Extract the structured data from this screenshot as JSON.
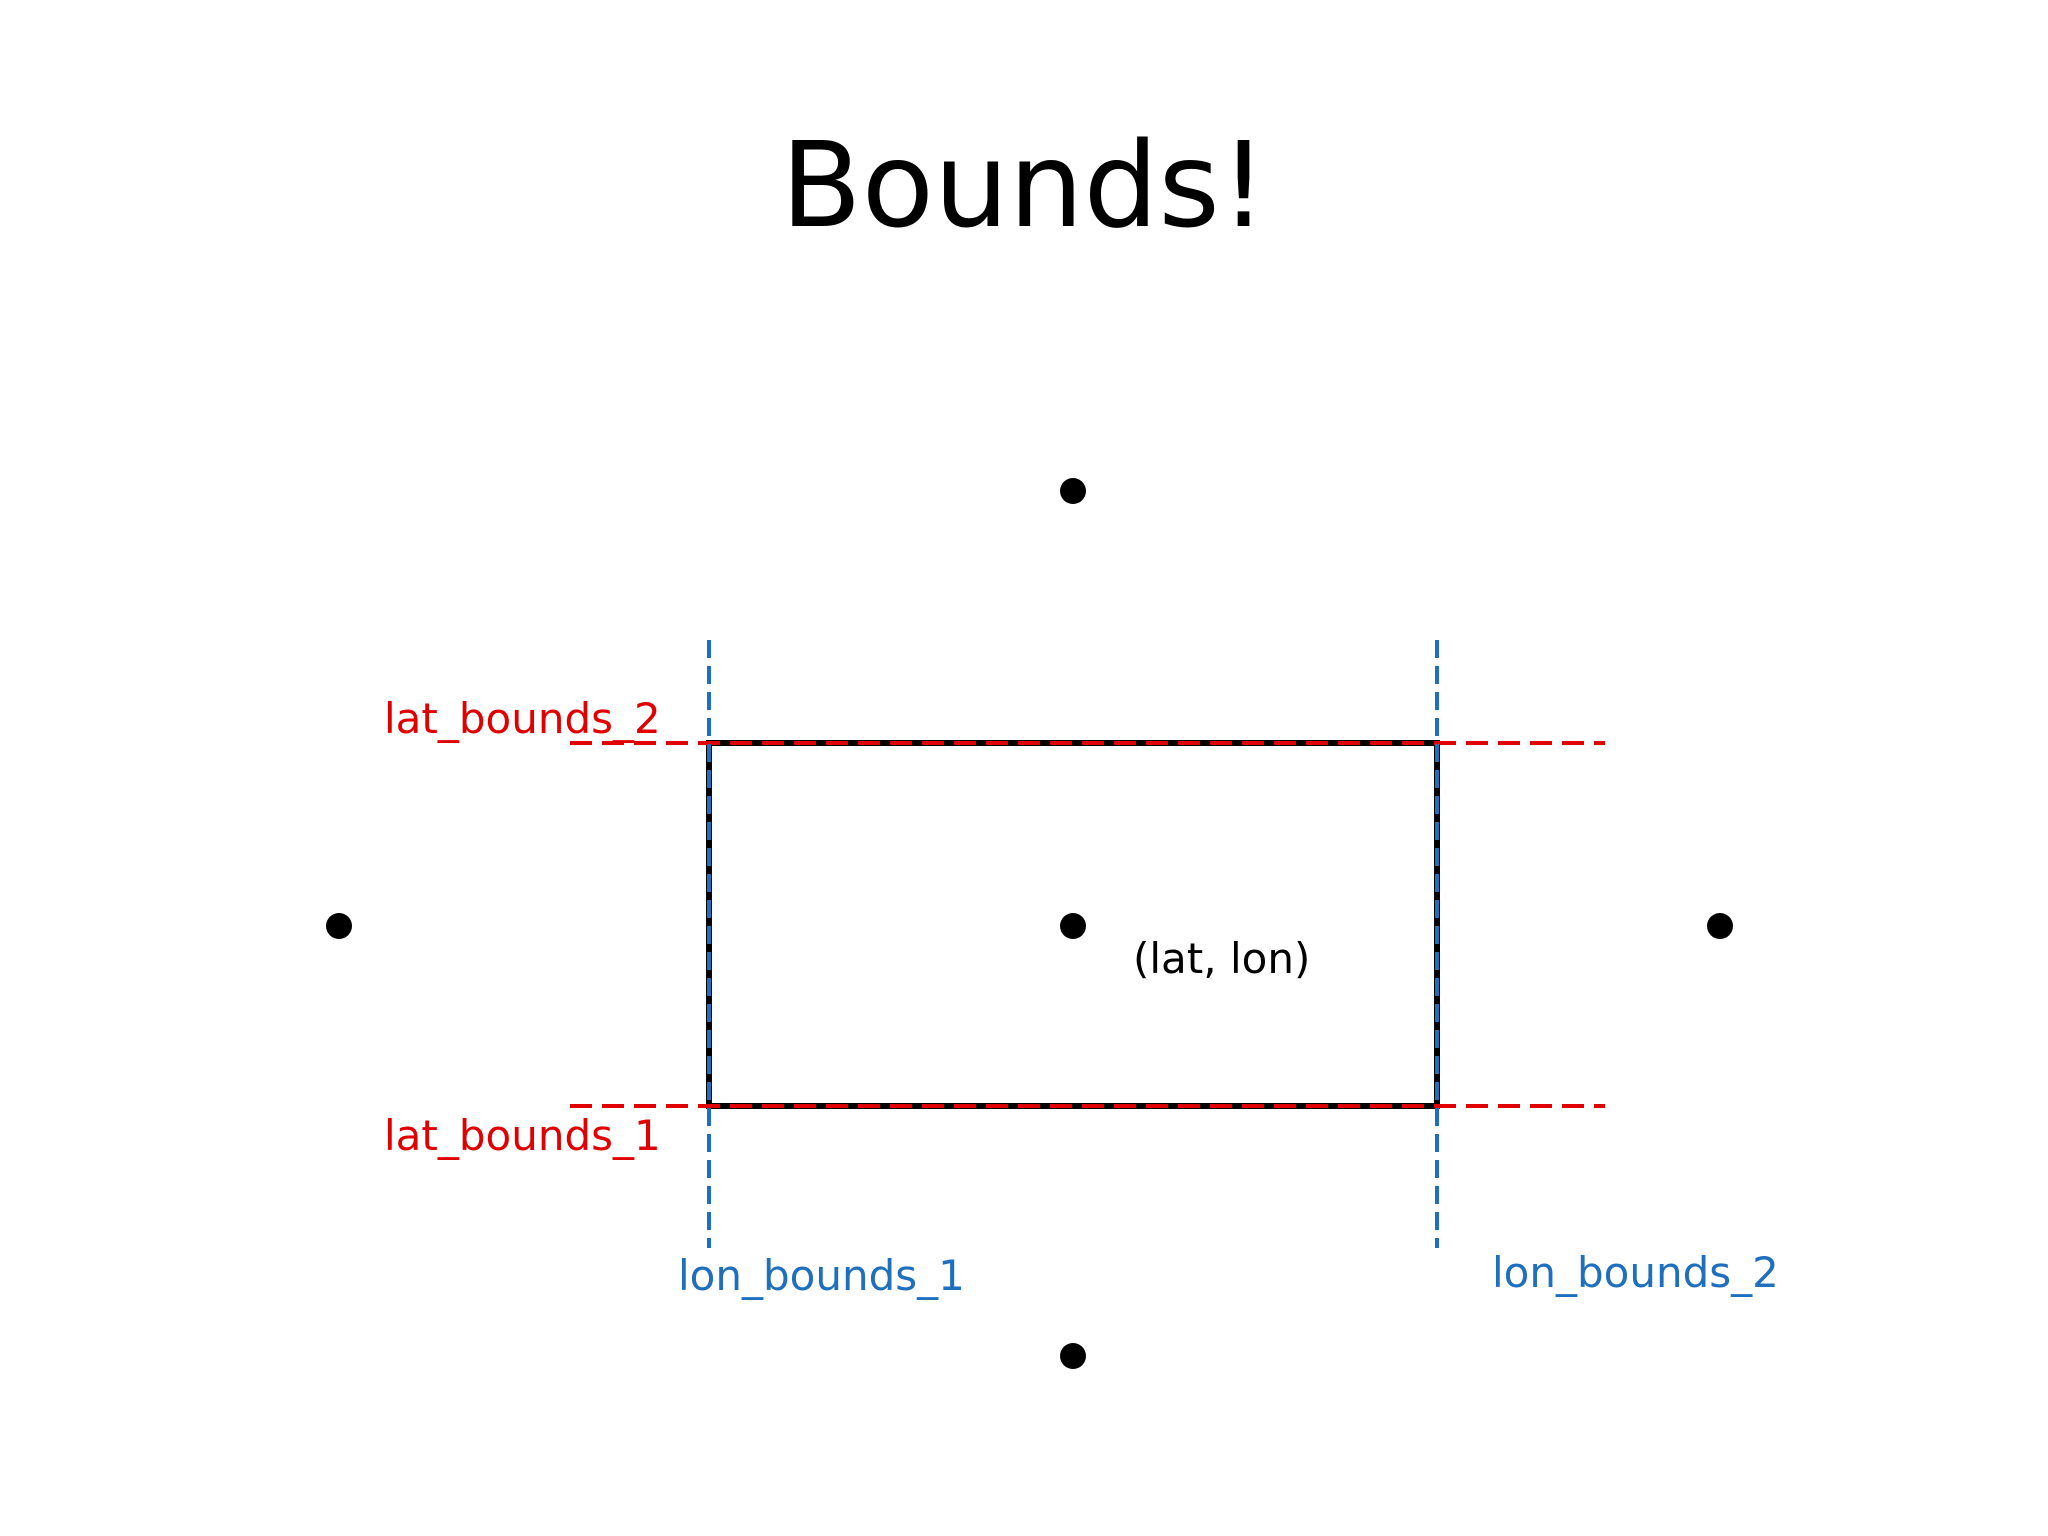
{
  "title": "Bounds!",
  "labels": {
    "lat_bounds_2": "lat_bounds_2",
    "lat_bounds_1": "lat_bounds_1",
    "lon_bounds_1": "lon_bounds_1",
    "lon_bounds_2": "lon_bounds_2",
    "center_point": "(lat, lon)"
  },
  "colors": {
    "lat": "#e00000",
    "lon": "#1f6fbf",
    "cell_outline": "#000000",
    "point": "#000000",
    "title": "#000000"
  }
}
